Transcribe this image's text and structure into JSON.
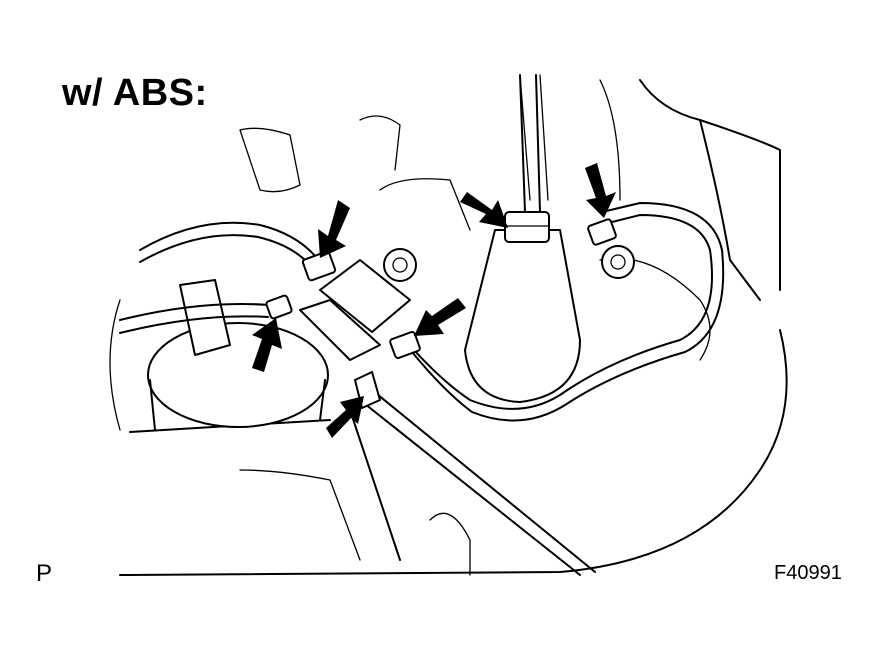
{
  "header": {
    "title": "w/ ABS:"
  },
  "footer": {
    "left_code": "P",
    "figure_id": "F40991"
  },
  "diagram": {
    "subject": "brake master cylinder brake line connections",
    "arrow_count": 6,
    "line_color": "#000000",
    "background": "#ffffff"
  }
}
